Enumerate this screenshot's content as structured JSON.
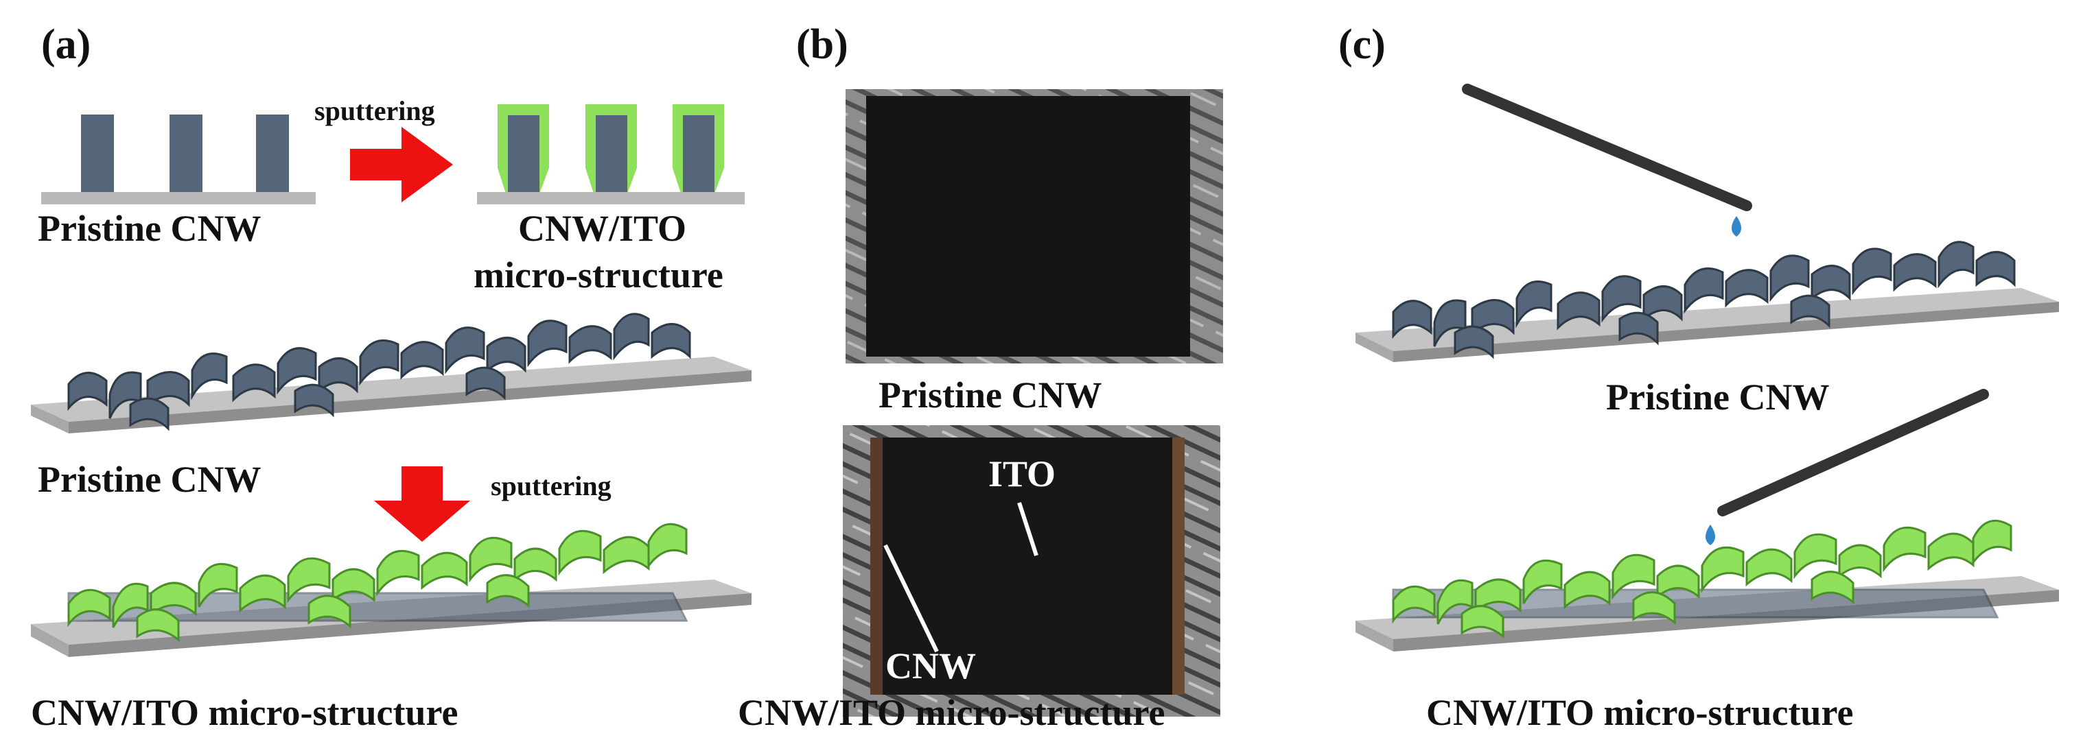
{
  "panels": {
    "a": {
      "letter": "(a)",
      "top_arrow_label": "sputtering",
      "pristine_label": "Pristine CNW",
      "itostructure_label_line1": "CNW/ITO",
      "itostructure_label_line2": "micro-structure",
      "pristine_3d_label": "Pristine CNW",
      "down_arrow_label": "sputtering",
      "ito_3d_label": "CNW/ITO micro-structure"
    },
    "b": {
      "letter": "(b)",
      "top_photo_caption": "Pristine CNW",
      "ito_marker": "ITO",
      "cnw_marker": "CNW",
      "bottom_photo_caption": "CNW/ITO micro-structure"
    },
    "c": {
      "letter": "(c)",
      "pristine_caption": "Pristine CNW",
      "ito_caption": "CNW/ITO micro-structure"
    }
  },
  "colors": {
    "cnw_wall": "#55657a",
    "cnw_wall_dark": "#3b4757",
    "substrate": "#b5b5b5",
    "ito_coating": "#8fe05a",
    "arrow": "#ee1111",
    "droplet": "#2f86c8",
    "photo_black": "#151515",
    "photo_bg": "#9a9a9a"
  }
}
